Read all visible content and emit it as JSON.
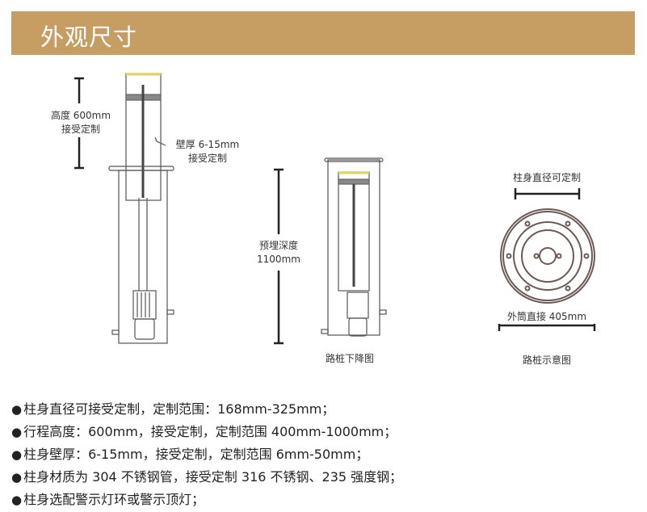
{
  "header": {
    "title": "外观尺寸"
  },
  "colors": {
    "banner": "#c69d63",
    "cap": "#e6d25a"
  },
  "diagram_raised": {
    "height_label": "高度 600mm",
    "height_note": "接受定制",
    "wall_label": "壁厚 6-15mm",
    "wall_note": "接受定制"
  },
  "diagram_lowered": {
    "depth_label": "预埋深度",
    "depth_value": "1100mm",
    "caption": "路桩下降图"
  },
  "diagram_top": {
    "diameter_label": "柱身直径可定制",
    "outer_label": "外筒直接 405mm",
    "caption": "路桩示意图"
  },
  "bullet_symbol": "●",
  "specs": [
    "柱身直径可接受定制，定制范围：168mm-325mm；",
    "行程高度：600mm，接受定制，定制范围 400mm-1000mm；",
    "柱身壁厚：6-15mm，接受定制，定制范围 6mm-50mm；",
    "柱身材质为 304 不锈钢管，接受定制 316 不锈钢、235 强度钢；",
    "柱身选配警示灯环或警示顶灯；"
  ]
}
